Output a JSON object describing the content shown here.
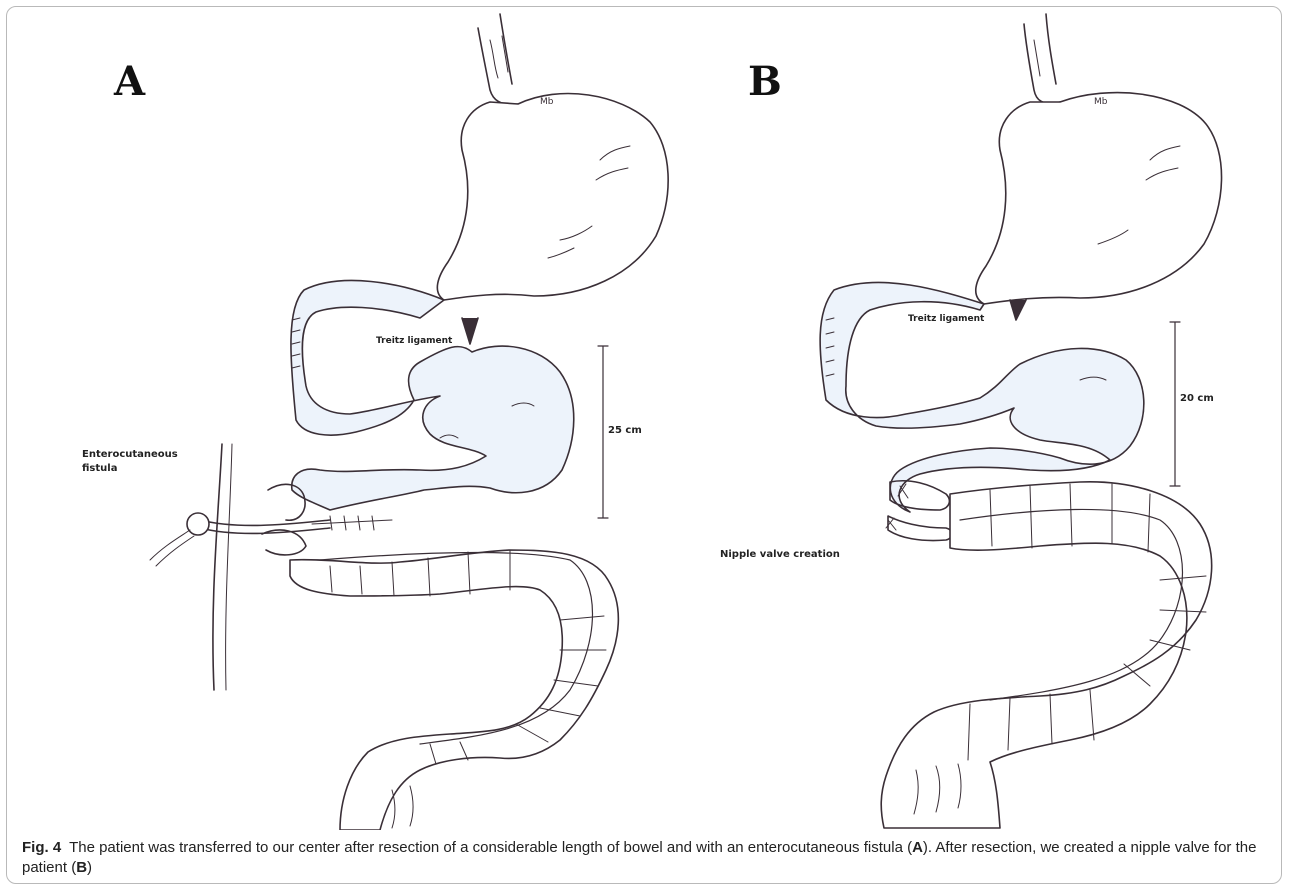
{
  "panels": {
    "a": {
      "letter": "A",
      "labels": {
        "fistula_line1": "Enterocutaneous",
        "fistula_line2": "fistula",
        "treitz": "Treitz ligament",
        "length": "25 cm"
      },
      "signature": "Mb"
    },
    "b": {
      "letter": "B",
      "labels": {
        "treitz": "Treitz ligament",
        "length": "20 cm",
        "nipple": "Nipple valve creation"
      },
      "signature": "Mb"
    }
  },
  "caption": {
    "fig_label": "Fig. 4",
    "text1": "The patient was transferred to our center after resection of a considerable length of bowel and with an enterocutaneous fistula (",
    "ref_a": "A",
    "text2": "). After resection, we created a nipple valve for the patient (",
    "ref_b": "B",
    "text3": ")"
  },
  "colors": {
    "ink": "#3a2f37",
    "fill": "#edf3fb",
    "frame": "#b9b9b9"
  }
}
